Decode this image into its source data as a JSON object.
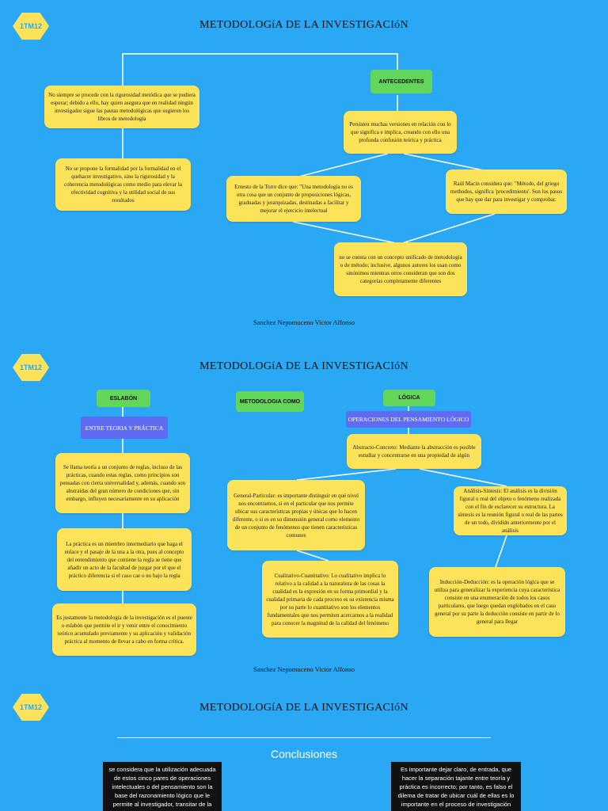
{
  "badge": "1TM12",
  "title": "METODOLOGíA DE LA INVESTIGACIóN",
  "author": "Sanchez Nepomuceno Victor Alfonso",
  "page1": {
    "antecedentes": "ANTECEDENTES",
    "left_top": "No siempre se procede con la rigurosidad metódica que se pudiera esperar; debido a ello, hay quien asegura que en realidad ningún investigador sigue las pautas metodológicas que sugieren los libros de metodología",
    "left_bottom": "No se propone la formalidad por la formalidad en el quehacer investigativo, sino la rigurosidad y la coherencia metodológicas como medio para elevar la efectividad cognitiva y la utilidad social de sus resultados",
    "persisten": "Persisten muchas versiones en relación con lo que significa e implica, creando con ello una profunda confusión teórica y práctica",
    "ernesto": "Ernesto de la Torre dice que: \"Una metodología no es otra cosa que un conjunto de proposiciones lógicas, graduadas y jerarquizadas, destinadas a facilitar y mejorar el ejercicio intelectual",
    "raul": "Raúl Macin considera que: \"Método, del griego methodos, significa 'procedimiento'. Son los pasos que hay que dar para investigar y comprobar.",
    "bottom": "no se cuenta con un concepto unificado de metodología o de método; inclusive, algunos autores los usan como sinónimos mientras otros consideran que son dos categorías completamente diferentes"
  },
  "page2": {
    "eslabon": "ESLABÓN",
    "metodologia_como": "METODOLOGIA COMO",
    "logica": "LÓGICA",
    "entre": "ENTRE TEORIA Y PRÁCTICA",
    "operaciones": "OPERACIONES DEL PENSAMIENTO LÓGICO",
    "teoria": "Se llama teoría a un conjunto de reglas, incluso de las prácticas, cuando estas reglas, como principios son pensadas con cierta universalidad y, además, cuando son abstraídas del gran número de condiciones que, sin embargo, influyen necesariamente en su aplicación",
    "practica": "La práctica es un miembro intermediario que haga el enlace y el pasaje de la una a la otra, pues al concepto del entendimiento que contiene la regla se tiene que añadir un acto de la facultad de juzgar por el que el práctico diferencia si el caso cae o no bajo la regla",
    "puente": "Es justamente la metodología de la investigación es el puente o eslabón que permite el ir y venir entre el conocimiento teórico acumulado previamente y su aplicación y validación práctica al momento de llevar a cabo en forma crítica.",
    "abstracto": "Abstracto-Concreto: Mediante la abstracción es posible estudiar y concentrarse en una propiedad de algún",
    "general": "General-Particular: es importante distinguir en qué nivel nos encontramos, si en el particular que nos permite ubicar sus características propias y únicas que lo hacen diferente, o si es en su dimensión general como elemento de un conjunto de fenómenos que tienen características comunes",
    "analisis": "Análisis-Síntesis: El análisis es la división figural o real del objeto o fenómeno realizada con el fin de esclarecer su estructura. La síntesis es la reunión figural o real de las partes de un todo, dividido anteriormente por el análisis",
    "cualitativo": "Cualitativo-Cuantitativo: Lo cualitativo implica lo relativo a la calidad a la naturaleza de las cosas la cualidad es la expresión en su forma primordial y la cualidad primaria de cada proceso es su existencia misma por su parte lo cuantitativo son los elementos fundamentales que nos permiten acercarnos a la realidad para conocer la magnitud de la calidad del fenómeno",
    "induccion": "Inducción-Deducción: es la operación lógica que se utiliza para generalizar la experiencia cuya característica consiste en una enumeración de todos los casos particulares, que luego quedan englobados en el caso general por su parte la deducción consiste en partir de lo general para llegar"
  },
  "page3": {
    "conclusiones": "Conclusiones",
    "left": "se considera que la utilización adecuada de estos cinco pares de operaciones intelectuales o del pensamiento son la base del razonamiento lógico que le permite al investigador, transitar de la",
    "right": "Es importante dejar claro, de entrada, que hacer la separación tajante entre teoría y práctica es incorrecto; por tanto, es falso el dilema de tratar de ubicar cuál de ellas es lo importante en el proceso de investigación"
  },
  "colors": {
    "background": "#2aa8f4",
    "yellow": "#fde35a",
    "green": "#62d65a",
    "purple": "#5f6cf2",
    "black": "#111111"
  }
}
